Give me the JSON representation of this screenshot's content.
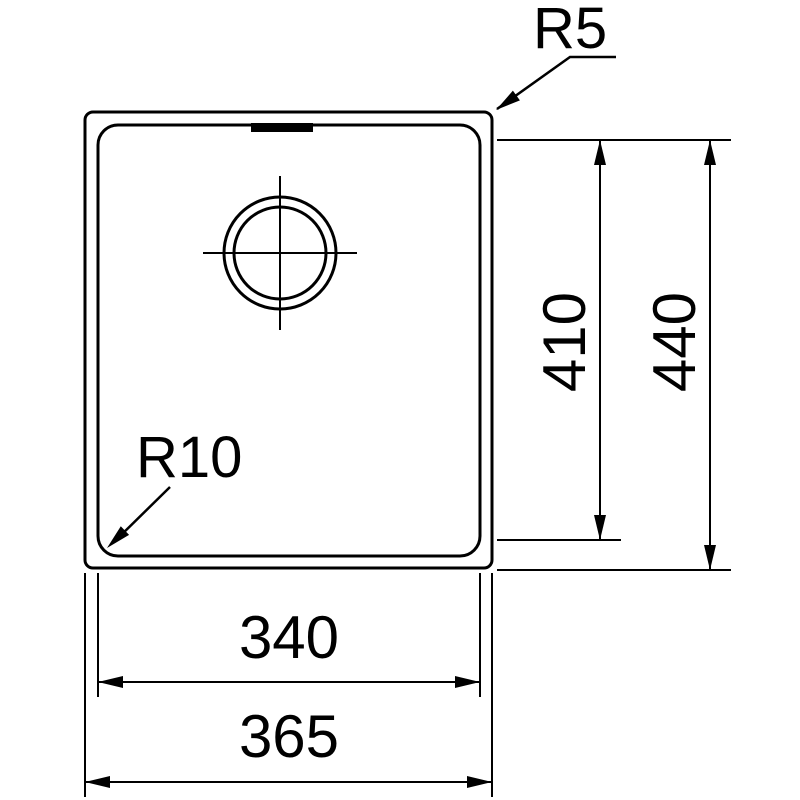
{
  "drawing": {
    "dimensions": {
      "inner_height": "410",
      "outer_height": "440",
      "inner_width": "340",
      "outer_width": "365"
    },
    "radii": {
      "outer_corner": "R5",
      "inner_corner": "R10"
    },
    "colors": {
      "line": "#000000",
      "background": "#ffffff"
    }
  }
}
